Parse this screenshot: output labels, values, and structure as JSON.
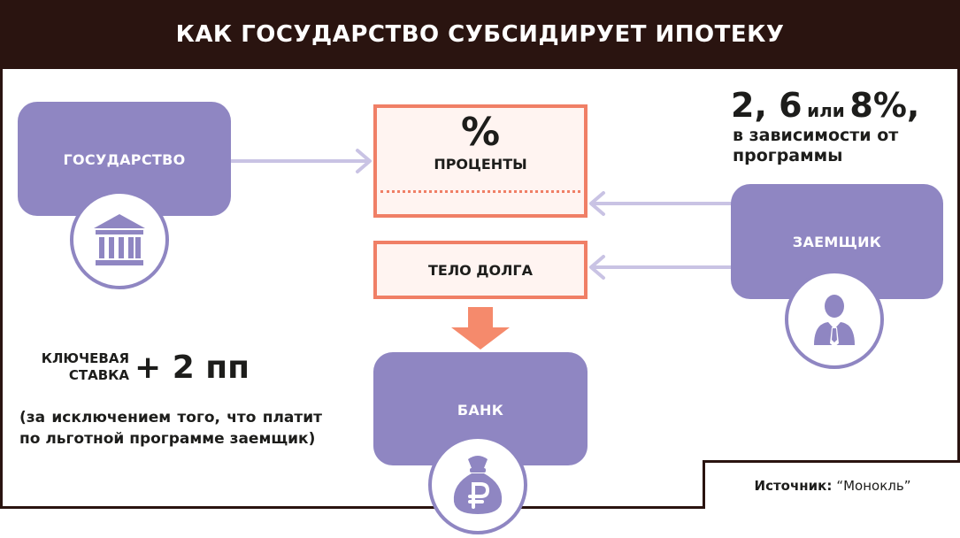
{
  "title": "КАК ГОСУДАРСТВО СУБСИДИРУЕТ ИПОТЕКУ",
  "state": {
    "label": "ГОСУДАРСТВО",
    "icon": "government-building-icon"
  },
  "interest": {
    "symbol": "%",
    "label": "ПРОЦЕНТЫ"
  },
  "principal": {
    "label": "ТЕЛО ДОЛГА"
  },
  "bank": {
    "label": "БАНК",
    "icon": "ruble-money-bag-icon"
  },
  "borrower": {
    "label": "ЗАЕМЩИК",
    "icon": "businessman-icon"
  },
  "rates": {
    "values": "2, 6",
    "connector": "или",
    "last": "8%",
    "comma": ",",
    "note": "в зависимости от программы"
  },
  "key_rate": {
    "label": "КЛЮЧЕВАЯ СТАВКА",
    "plus": "+ 2 пп"
  },
  "exception": "(за исключением того, что платит по льготной программе заемщик)",
  "source": {
    "label": "Источник:",
    "value": "“Монокль”"
  },
  "colors": {
    "lavender": "#8f86c2",
    "salmon": "#f07f66",
    "dark": "#2a1410",
    "arrow_light": "#c9c3e4"
  }
}
